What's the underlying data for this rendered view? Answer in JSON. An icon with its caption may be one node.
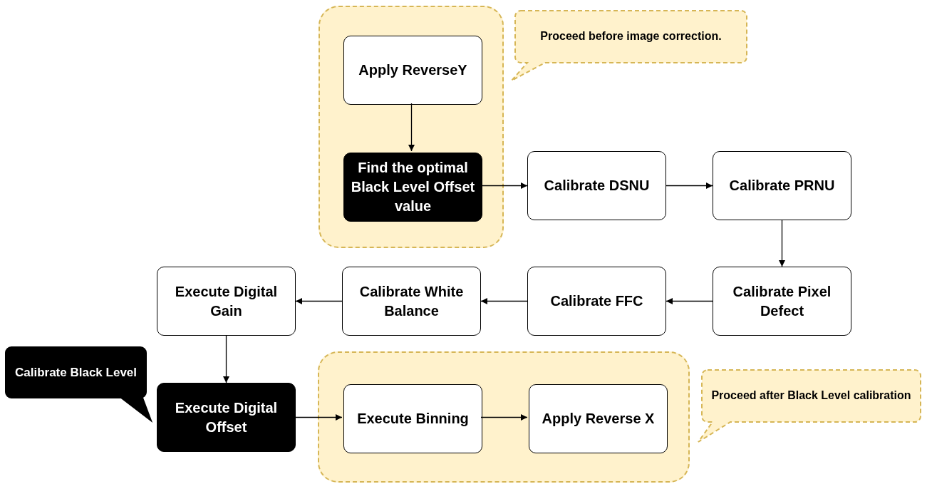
{
  "diagram": {
    "nodes": [
      {
        "text": [],
        "shape": "box"
      },
      {
        "text": [
          "Apply ReverseY"
        ],
        "in": 0
      },
      {
        "text": [
          "Find the optimal Black Level Offset value"
        ],
        "in": 0
      },
      {
        "text": [
          "Proceed before image correction."
        ]
      },
      {
        "text": [
          "Calibrate DSNU"
        ]
      },
      {
        "text": [
          "Calibrate PRNU"
        ]
      },
      {
        "text": [
          "Calibrate Pixel Defect"
        ]
      },
      {
        "text": [
          "Calibrate FFC"
        ]
      },
      {
        "text": [
          "Calibrate White Balance"
        ]
      },
      {
        "text": [
          "Execute Digital Gain"
        ]
      },
      {
        "text": [
          "Calibrate Black Level"
        ]
      },
      {
        "text": [
          "Execute Digital Offset"
        ]
      },
      {
        "text": [],
        "shape": "box"
      },
      {
        "text": [
          "Execute Binning"
        ],
        "in": 12
      },
      {
        "text": [
          "Apply Reverse X"
        ],
        "in": 12
      },
      {
        "text": [
          "Proceed after Black Level calibration"
        ]
      }
    ],
    "edges": [
      {
        "from": 1,
        "to": 2,
        "arrow": "to"
      },
      {
        "from": 2,
        "to": 4,
        "arrow": "to"
      },
      {
        "from": 4,
        "to": 5,
        "arrow": "to"
      },
      {
        "from": 5,
        "to": 6,
        "arrow": "to"
      },
      {
        "from": 6,
        "to": 7,
        "arrow": "to"
      },
      {
        "from": 7,
        "to": 8,
        "arrow": "to"
      },
      {
        "from": 8,
        "to": 9,
        "arrow": "to"
      },
      {
        "from": 9,
        "to": 11,
        "arrow": "to"
      },
      {
        "from": 11,
        "to": 13,
        "arrow": "to"
      },
      {
        "from": 13,
        "to": 14,
        "arrow": "to"
      }
    ]
  }
}
